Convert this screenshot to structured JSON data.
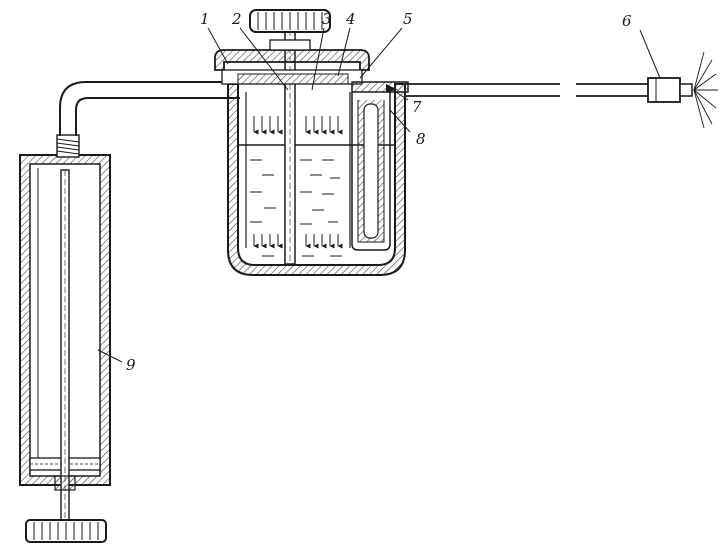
{
  "diagram": {
    "callouts": [
      {
        "id": "c1",
        "label": "1"
      },
      {
        "id": "c2",
        "label": "2"
      },
      {
        "id": "c3",
        "label": "3"
      },
      {
        "id": "c4",
        "label": "4"
      },
      {
        "id": "c5",
        "label": "5"
      },
      {
        "id": "c6",
        "label": "6"
      },
      {
        "id": "c7",
        "label": "7"
      },
      {
        "id": "c8",
        "label": "8"
      },
      {
        "id": "c9",
        "label": "9"
      }
    ],
    "colors": {
      "ink": "#1a1a1a",
      "hatch": "#555555",
      "paper": "#ffffff"
    }
  }
}
